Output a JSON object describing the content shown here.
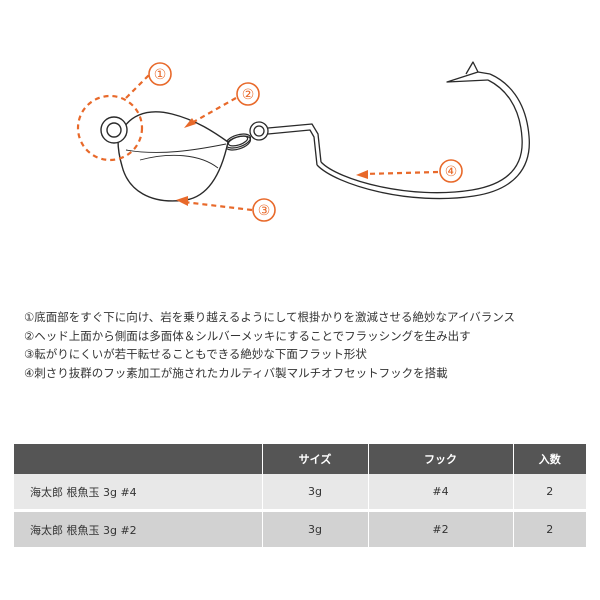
{
  "colors": {
    "accent": "#e8692a",
    "header_bg": "#555555",
    "row_bg_light": "#e8e8e8",
    "row_bg_dark": "#d2d2d2"
  },
  "callouts": [
    "①",
    "②",
    "③",
    "④"
  ],
  "features": [
    "①底面部をすぐ下に向け、岩を乗り越えるようにして根掛かりを激減させる絶妙なアイバランス",
    "②ヘッド上面から側面は多面体＆シルバーメッキにすることでフラッシングを生み出す",
    "③転がりにくいが若干転せることもできる絶妙な下面フラット形状",
    "④刺さり抜群のフッ素加工が施されたカルティバ製マルチオフセットフックを搭載"
  ],
  "table": {
    "headers": [
      "",
      "サイズ",
      "フック",
      "入数"
    ],
    "rows": [
      [
        "海太郎 根魚玉 3g #4",
        "3g",
        "#4",
        "2"
      ],
      [
        "海太郎 根魚玉 3g #2",
        "3g",
        "#2",
        "2"
      ]
    ]
  }
}
